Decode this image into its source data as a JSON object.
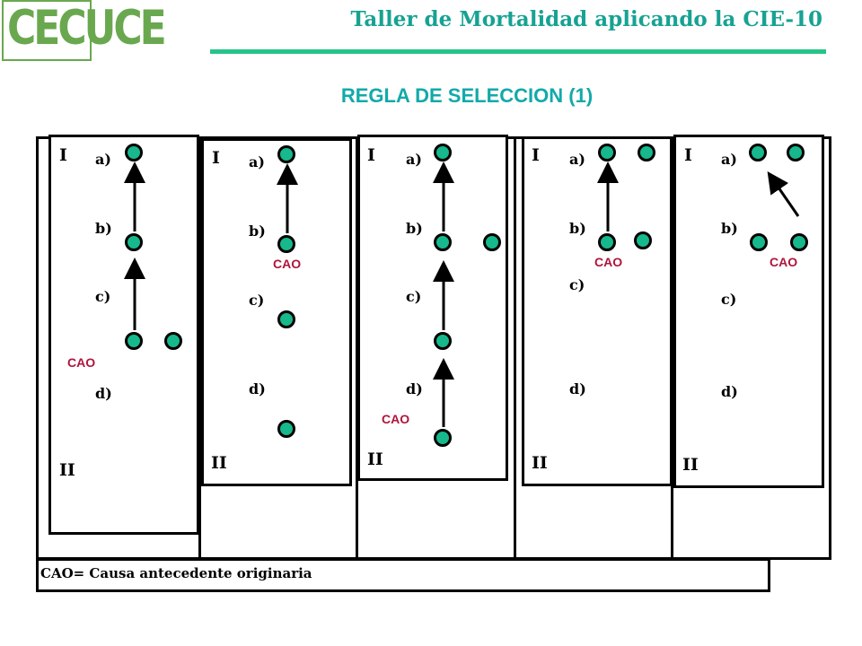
{
  "header": {
    "logo_text": "CECUCE",
    "title": "Taller de Mortalidad aplicando la CIE-10",
    "colors": {
      "title": "#17a293",
      "rule": "#27c48a",
      "logo": "#6aa84f"
    }
  },
  "rule_title": "REGLA DE SELECCION  (1)",
  "legend": "CAO= Causa antecedente originaria",
  "colors": {
    "dot_fill": "#16b88c",
    "cao": "#b0143c",
    "subtitle": "#13a9a9"
  },
  "panels": [
    {
      "part_one": "I",
      "part_two": "II",
      "lines": [
        "a)",
        "b)",
        "c)",
        "d)"
      ],
      "cao_label": "CAO",
      "dots": [
        {
          "line": "a",
          "column": 1
        },
        {
          "line": "b",
          "column": 1
        },
        {
          "line": "c",
          "column": 1
        },
        {
          "line": "c",
          "column": 2
        }
      ],
      "arrows": [
        {
          "from": "b",
          "to": "a"
        },
        {
          "from": "c",
          "to": "b"
        }
      ],
      "cao_at": "c"
    },
    {
      "part_one": "I",
      "part_two": "II",
      "lines": [
        "a)",
        "b)",
        "c)",
        "d)"
      ],
      "cao_label": "CAO",
      "dots": [
        {
          "line": "a",
          "column": 1
        },
        {
          "line": "b",
          "column": 1
        },
        {
          "line": "c",
          "column": 1
        },
        {
          "line": "d",
          "column": 1
        }
      ],
      "arrows": [
        {
          "from": "b",
          "to": "a"
        }
      ],
      "cao_at": "b"
    },
    {
      "part_one": "I",
      "part_two": "II",
      "lines": [
        "a)",
        "b)",
        "c)",
        "d)"
      ],
      "cao_label": "CAO",
      "dots": [
        {
          "line": "a",
          "column": 1
        },
        {
          "line": "b",
          "column": 1
        },
        {
          "line": "b",
          "column": 2
        },
        {
          "line": "c",
          "column": 1
        },
        {
          "line": "d",
          "column": 1
        }
      ],
      "arrows": [
        {
          "from": "b",
          "to": "a"
        },
        {
          "from": "c",
          "to": "b"
        },
        {
          "from": "d",
          "to": "c"
        }
      ],
      "cao_at": "d"
    },
    {
      "part_one": "I",
      "part_two": "II",
      "lines": [
        "a)",
        "b)",
        "c)",
        "d)"
      ],
      "cao_label": "CAO",
      "dots": [
        {
          "line": "a",
          "column": 1
        },
        {
          "line": "a",
          "column": 2
        },
        {
          "line": "b",
          "column": 1
        },
        {
          "line": "b",
          "column": 2
        }
      ],
      "arrows": [
        {
          "from": "b",
          "to": "a"
        }
      ],
      "cao_at": "b"
    },
    {
      "part_one": "I",
      "part_two": "II",
      "lines": [
        "a)",
        "b)",
        "c)",
        "d)"
      ],
      "cao_label": "CAO",
      "dots": [
        {
          "line": "a",
          "column": 1
        },
        {
          "line": "a",
          "column": 2
        },
        {
          "line": "b",
          "column": 1
        },
        {
          "line": "b",
          "column": 2
        }
      ],
      "arrows": [
        {
          "from": "b",
          "to": "a",
          "diagonal": true
        }
      ],
      "cao_at": "b"
    }
  ]
}
